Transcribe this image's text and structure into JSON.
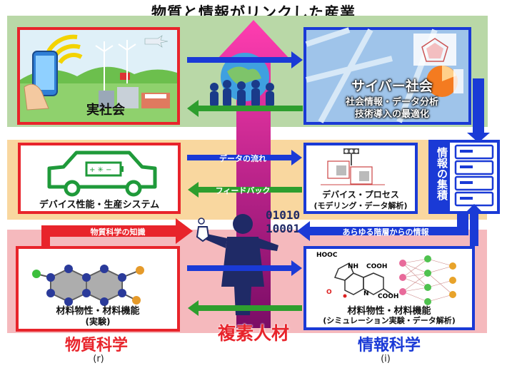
{
  "title": "物質と情報がリンクした産業",
  "real_society": {
    "label": "実社会"
  },
  "cyber_society": {
    "label": "サイバー社会",
    "line1": "社会情報・データ分析",
    "line2": "技術導入の最適化"
  },
  "device_box": {
    "label": "デバイス性能・生産システム"
  },
  "process_box": {
    "line1": "デバイス・プロセス",
    "line2": "(モデリング・データ解析)"
  },
  "data_flow": "データの流れ",
  "feedback": "フィードバック",
  "info_collect": "情報の集積",
  "binary": {
    "line1": "01010",
    "line2": "10001"
  },
  "material_knowledge": "物質科学の知識",
  "all_levels": "あらゆる階層からの情報",
  "exp_box": {
    "line1": "材料物性・材料機能",
    "line2": "(実験)"
  },
  "sim_box": {
    "line1": "材料物性・材料機能",
    "line2": "(シミュレーション実験・データ解析)"
  },
  "molecule_labels": {
    "hooc": "HOOC",
    "cooh1": "COOH",
    "cooh2": "COOH",
    "nh": "NH",
    "o": "O",
    "n": "N"
  },
  "material_science": "物質科学",
  "information_science": "情報科学",
  "complex_talent": "複素人材",
  "caption_r": "(r)",
  "caption_i": "(i)",
  "colors": {
    "red": "#e8242b",
    "blue": "#1a3ad6",
    "green": "#2e9e2e",
    "magenta": "#c0179a"
  }
}
